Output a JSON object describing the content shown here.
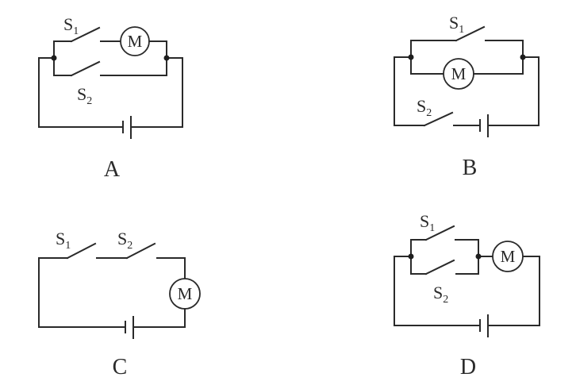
{
  "diagrams": [
    {
      "option": "A",
      "description": "S1 in series with motor M on upper branch, S2 alone on lower branch; branches in parallel across battery",
      "switch_labels": [
        {
          "main": "S",
          "sub": "1"
        },
        {
          "main": "S",
          "sub": "2"
        }
      ],
      "motor_label": "M"
    },
    {
      "option": "B",
      "description": "S1 on upper branch in parallel with motor M; S2 in series with battery",
      "switch_labels": [
        {
          "main": "S",
          "sub": "1"
        },
        {
          "main": "S",
          "sub": "2"
        }
      ],
      "motor_label": "M"
    },
    {
      "option": "C",
      "description": "S1, S2 and motor M all in series with battery",
      "switch_labels": [
        {
          "main": "S",
          "sub": "1"
        },
        {
          "main": "S",
          "sub": "2"
        }
      ],
      "motor_label": "M"
    },
    {
      "option": "D",
      "description": "S1 and S2 in parallel, then in series with motor M and battery",
      "switch_labels": [
        {
          "main": "S",
          "sub": "1"
        },
        {
          "main": "S",
          "sub": "2"
        }
      ],
      "motor_label": "M"
    }
  ]
}
